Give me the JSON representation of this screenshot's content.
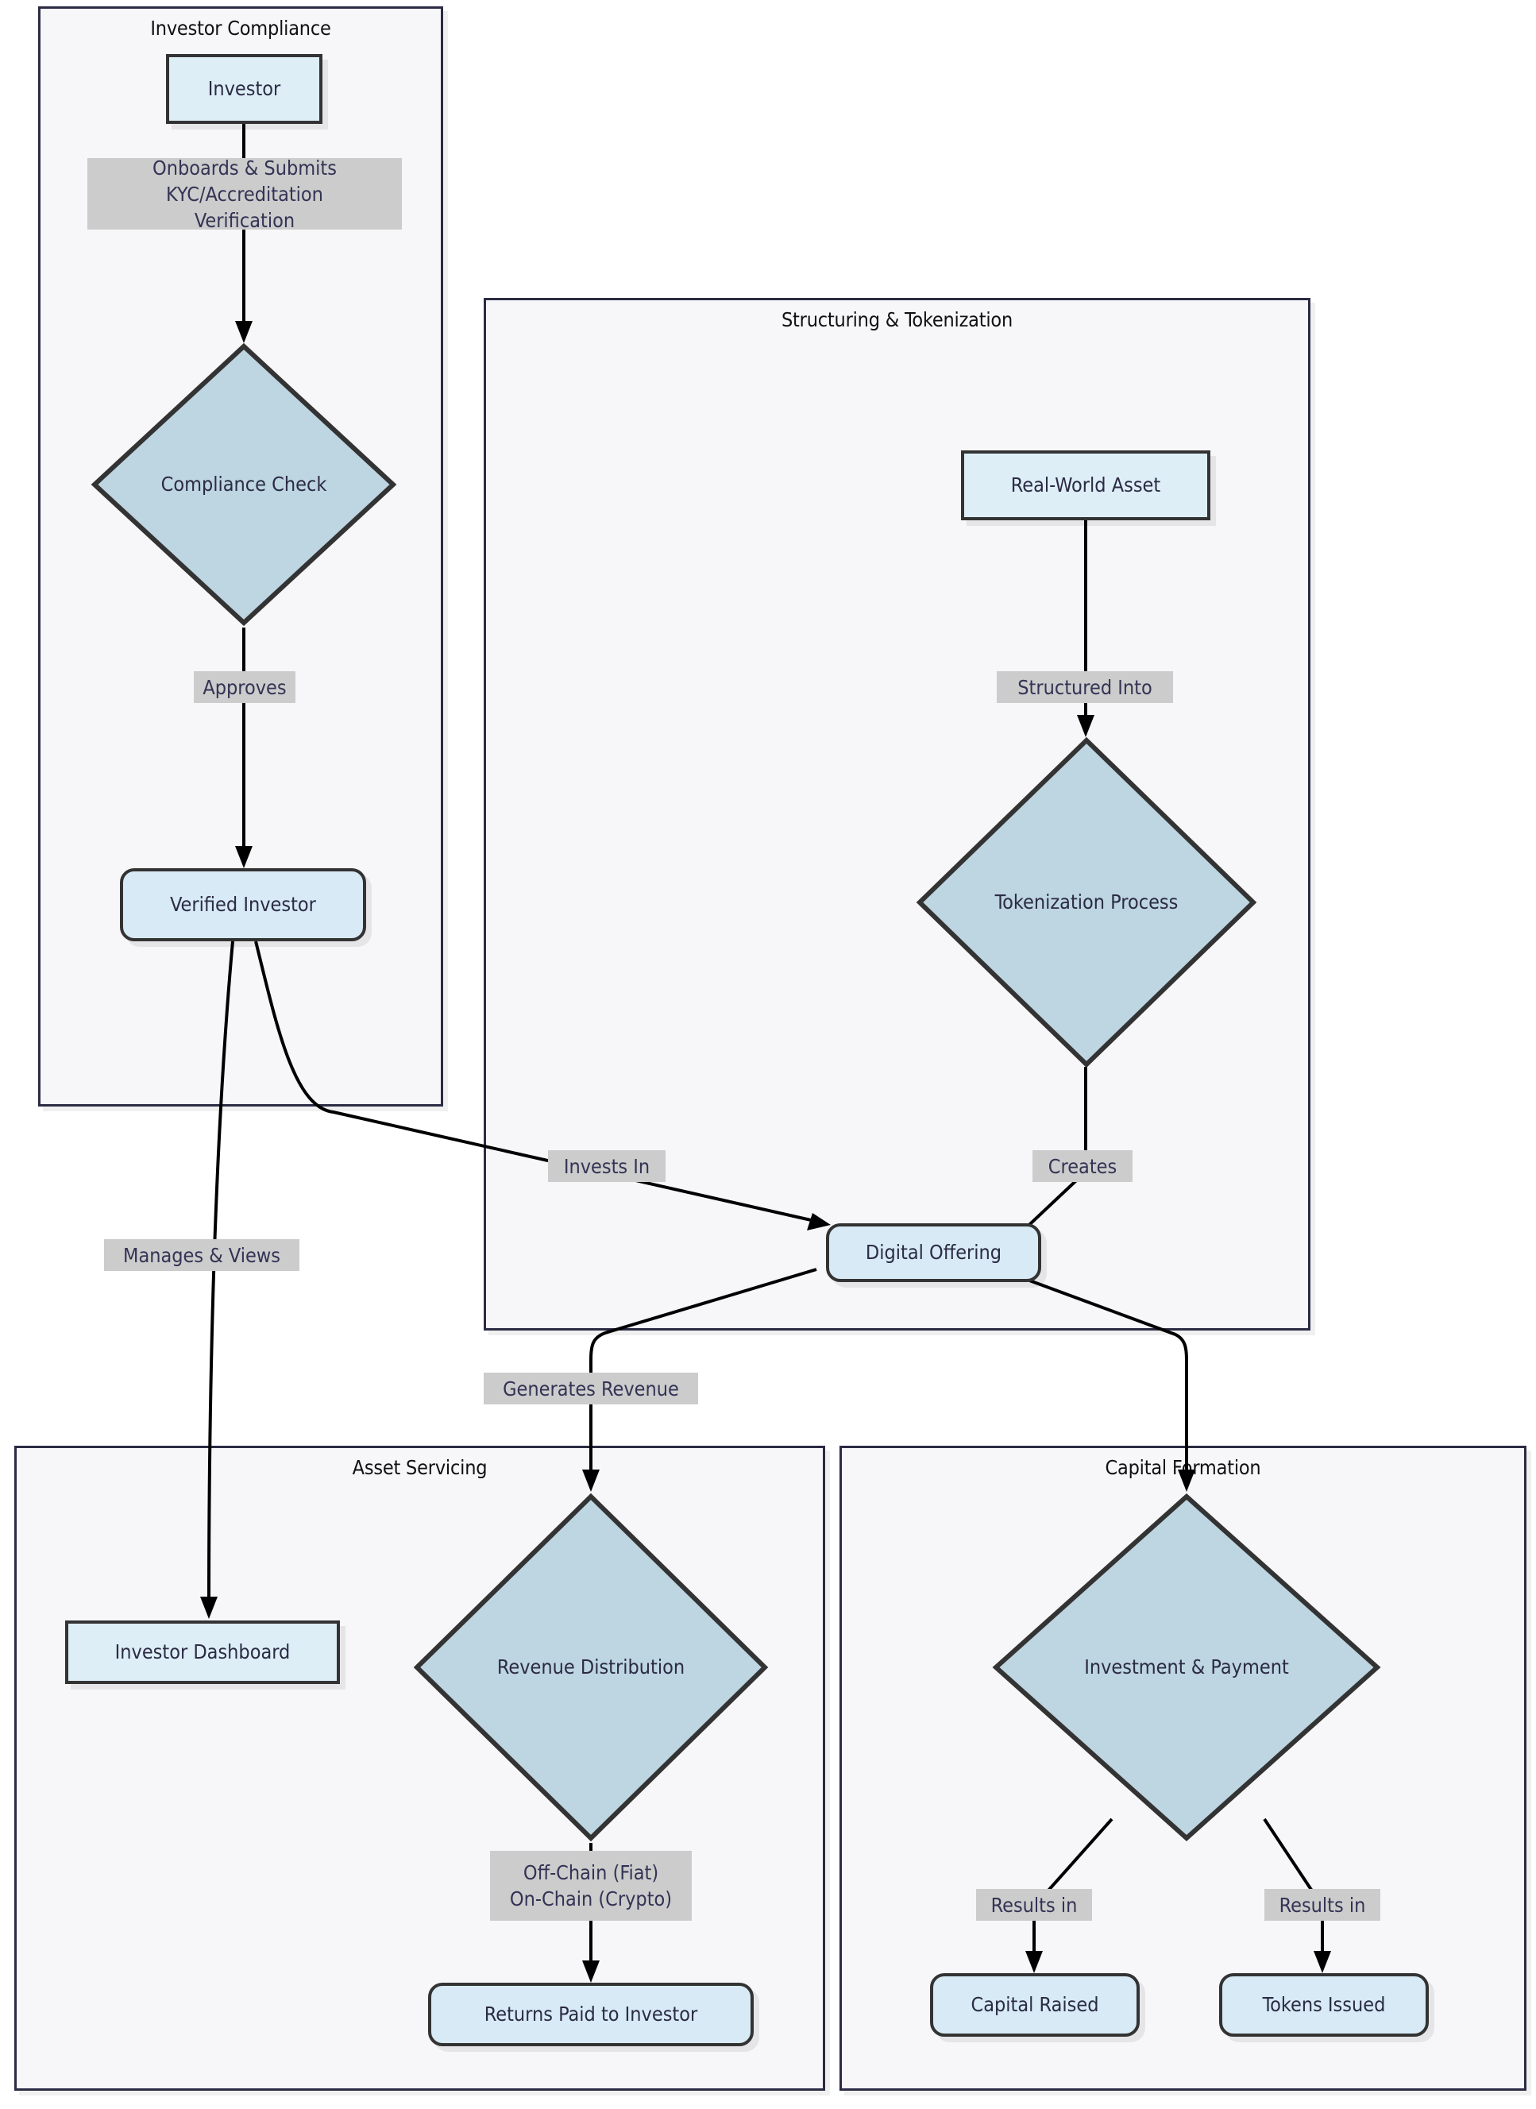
{
  "diagram": {
    "type": "flowchart",
    "orientation": "top-down"
  },
  "clusters": [
    {
      "id": "investor-compliance",
      "title": "Investor Compliance"
    },
    {
      "id": "structuring-tokenization",
      "title": "Structuring & Tokenization"
    },
    {
      "id": "asset-servicing",
      "title": "Asset Servicing"
    },
    {
      "id": "capital-formation",
      "title": "Capital Formation"
    }
  ],
  "nodes": [
    {
      "id": "investor",
      "label": "Investor",
      "shape": "rect",
      "cluster": "investor-compliance"
    },
    {
      "id": "compliance-check",
      "label": "Compliance Check",
      "shape": "diamond",
      "cluster": "investor-compliance"
    },
    {
      "id": "verified-investor",
      "label": "Verified Investor",
      "shape": "round",
      "cluster": "investor-compliance"
    },
    {
      "id": "real-world-asset",
      "label": "Real-World Asset",
      "shape": "rect",
      "cluster": "structuring-tokenization"
    },
    {
      "id": "tokenization-process",
      "label": "Tokenization Process",
      "shape": "diamond",
      "cluster": "structuring-tokenization"
    },
    {
      "id": "digital-offering",
      "label": "Digital Offering",
      "shape": "round",
      "cluster": "structuring-tokenization"
    },
    {
      "id": "investor-dashboard",
      "label": "Investor Dashboard",
      "shape": "rect",
      "cluster": "asset-servicing"
    },
    {
      "id": "revenue-distribution",
      "label": "Revenue Distribution",
      "shape": "diamond",
      "cluster": "asset-servicing"
    },
    {
      "id": "returns-paid",
      "label": "Returns Paid to Investor",
      "shape": "round",
      "cluster": "asset-servicing"
    },
    {
      "id": "investment-payment",
      "label": "Investment & Payment",
      "shape": "diamond",
      "cluster": "capital-formation"
    },
    {
      "id": "capital-raised",
      "label": "Capital Raised",
      "shape": "round",
      "cluster": "capital-formation"
    },
    {
      "id": "tokens-issued",
      "label": "Tokens Issued",
      "shape": "round",
      "cluster": "capital-formation"
    }
  ],
  "edges": [
    {
      "id": "e1",
      "from": "investor",
      "to": "compliance-check",
      "label": "Onboards & Submits\nKYC/Accreditation\nVerification"
    },
    {
      "id": "e2",
      "from": "compliance-check",
      "to": "verified-investor",
      "label": "Approves"
    },
    {
      "id": "e3",
      "from": "verified-investor",
      "to": "investor-dashboard",
      "label": "Manages & Views"
    },
    {
      "id": "e4",
      "from": "verified-investor",
      "to": "digital-offering",
      "label": "Invests In"
    },
    {
      "id": "e5",
      "from": "real-world-asset",
      "to": "tokenization-process",
      "label": "Structured Into"
    },
    {
      "id": "e6",
      "from": "tokenization-process",
      "to": "digital-offering",
      "label": "Creates"
    },
    {
      "id": "e7",
      "from": "digital-offering",
      "to": "revenue-distribution",
      "label": "Generates Revenue"
    },
    {
      "id": "e8",
      "from": "digital-offering",
      "to": "investment-payment",
      "label": ""
    },
    {
      "id": "e9",
      "from": "revenue-distribution",
      "to": "returns-paid",
      "label": "Off-Chain (Fiat)\nOn-Chain (Crypto)"
    },
    {
      "id": "e10",
      "from": "investment-payment",
      "to": "capital-raised",
      "label": "Results in"
    },
    {
      "id": "e11",
      "from": "investment-payment",
      "to": "tokens-issued",
      "label": "Results in"
    }
  ],
  "colors": {
    "node_rect_fill": "#ddeef7",
    "node_round_fill": "#d7eaf5",
    "node_diamond_fill": "#bed5e2",
    "node_border": "#333333",
    "cluster_fill": "#f7f7fa",
    "cluster_border": "#2b2b44",
    "edge_stroke": "#000000",
    "edge_label_bg": "#cccccc",
    "text": "#2b2b44"
  }
}
